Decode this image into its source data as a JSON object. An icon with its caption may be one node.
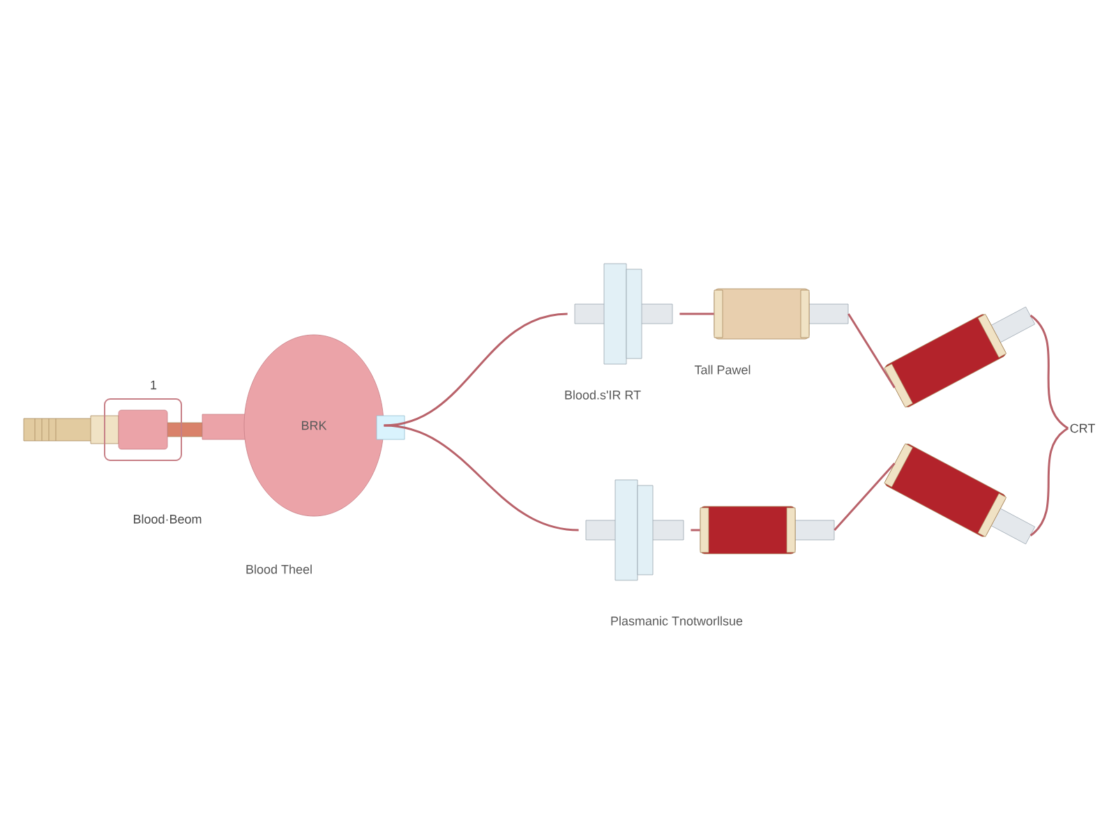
{
  "diagram": {
    "nodes": [
      {
        "text": [],
        "shape": "picture"
      },
      {
        "text": [
          "BRK"
        ],
        "beside": [
          "Blood Theel"
        ]
      },
      {
        "text": [],
        "shape": "picture",
        "beside": [
          "Blood.s'IR RT"
        ]
      },
      {
        "text": [],
        "shape": "cylinder",
        "beside": [
          "Tall Pawel"
        ]
      },
      {
        "text": [],
        "shape": "cylinder"
      },
      {
        "text": [],
        "shape": "picture",
        "beside": [
          "Plasmanic Tnotworllsue"
        ]
      },
      {
        "text": [],
        "shape": "cylinder"
      },
      {
        "text": [],
        "shape": "cylinder"
      },
      {
        "text": [
          "CRT"
        ]
      }
    ],
    "edges": [
      {
        "from": 1,
        "to": 2,
        "arrow": "none"
      },
      {
        "from": 2,
        "to": 3,
        "arrow": "none"
      },
      {
        "from": 3,
        "to": 4,
        "arrow": "none"
      },
      {
        "from": 4,
        "to": 8,
        "arrow": "none"
      },
      {
        "from": 1,
        "to": 5,
        "arrow": "none"
      },
      {
        "from": 5,
        "to": 6,
        "arrow": "none"
      },
      {
        "from": 6,
        "to": 7,
        "arrow": "none"
      },
      {
        "from": 7,
        "to": 8,
        "arrow": "none"
      }
    ],
    "labels": [
      "1",
      "Blood·Beom"
    ]
  }
}
